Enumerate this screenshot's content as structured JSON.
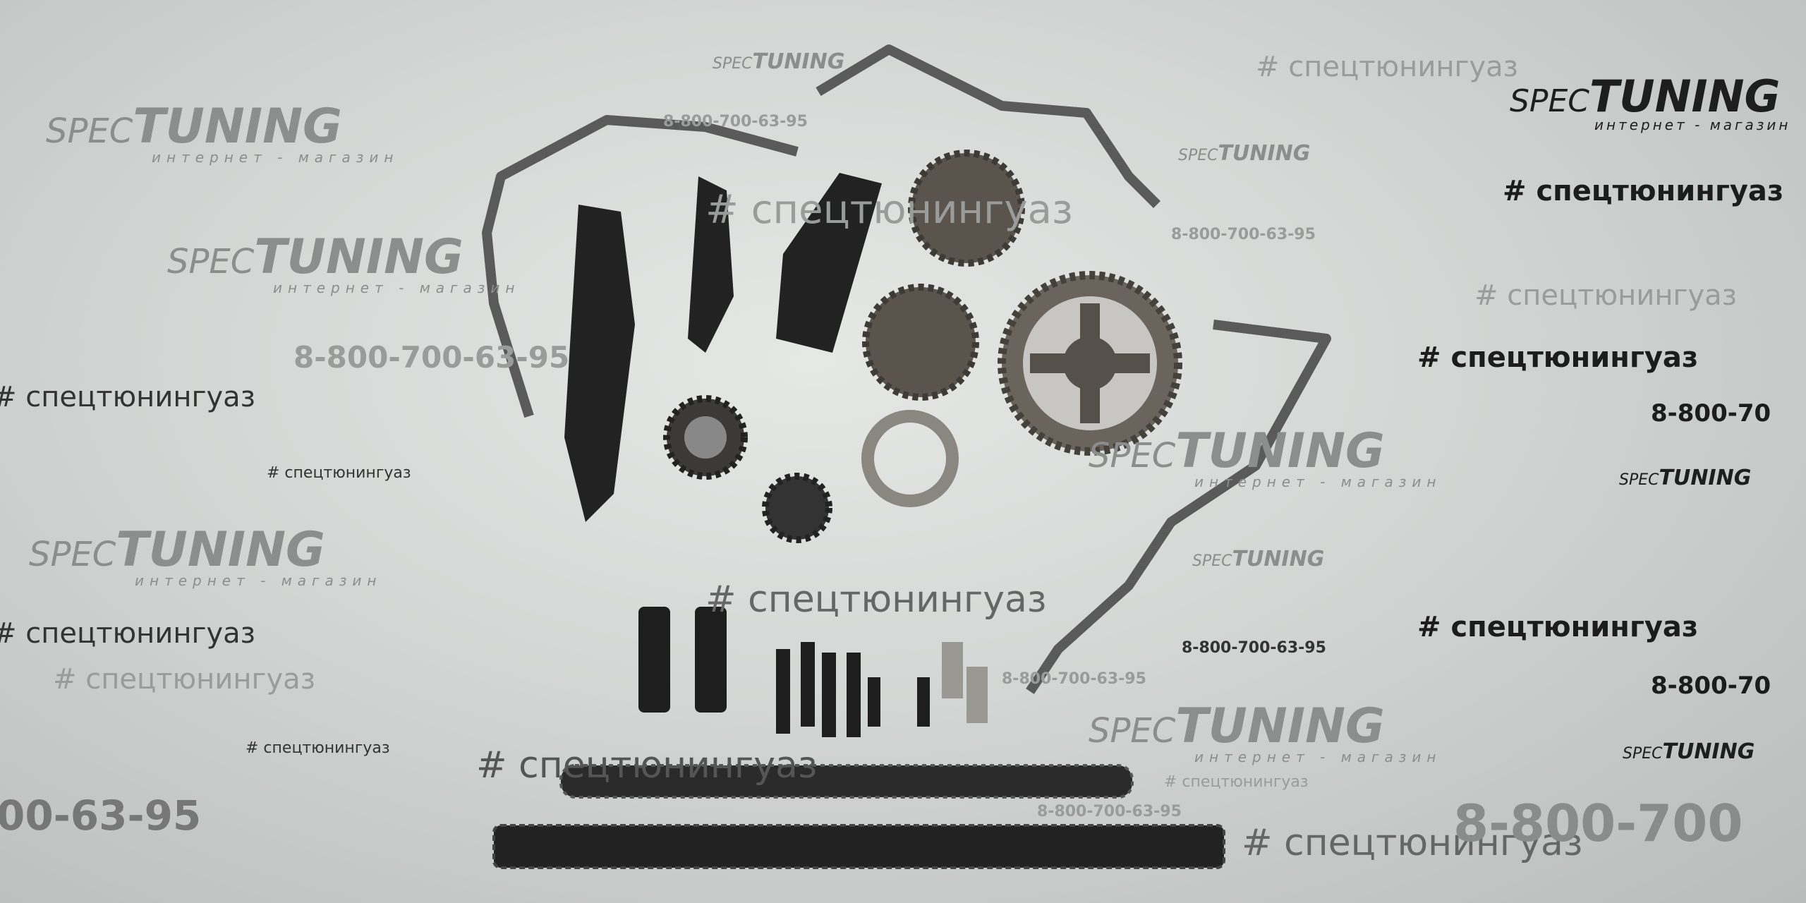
{
  "watermarks": {
    "brand_spec": "SPEC",
    "brand_tuning": "TUNING",
    "brand_sub": "интернет - магазин",
    "hashtag": "# спецтюнингуаз",
    "phone": "8-800-700-63-95",
    "phone_partial_right": "8-800-70",
    "phone_partial_left": "00-63-95",
    "phone_partial_big": "8-800-700"
  },
  "colors": {
    "background": "#d6d9d7",
    "parts": "#2a2a2a",
    "gasket": "#5a5a5a",
    "gear": "#55504a"
  }
}
